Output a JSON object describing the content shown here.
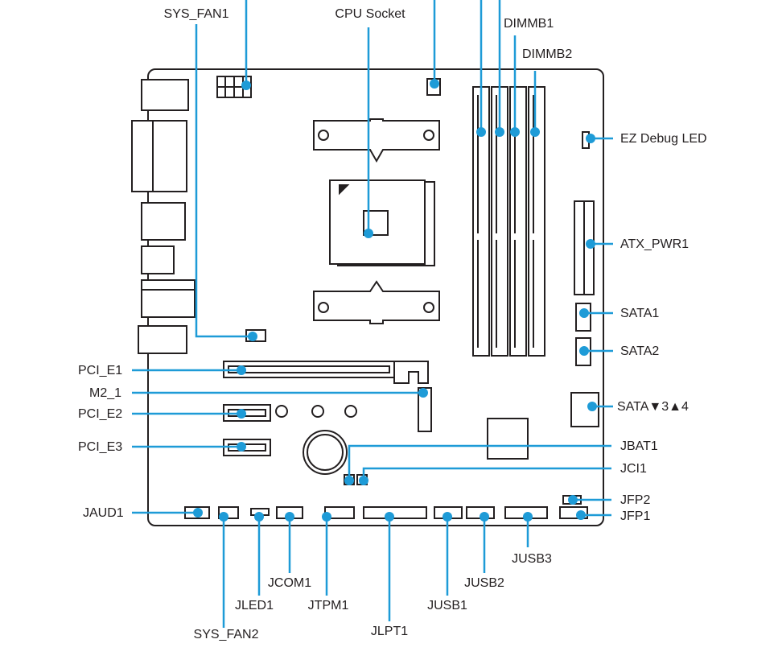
{
  "diagram": {
    "accent_color": "#1e9bd7",
    "outline_color": "#231f20",
    "labels": {
      "sys_fan1": "SYS_FAN1",
      "cpu_socket": "CPU Socket",
      "dimmb1": "DIMMB1",
      "dimmb2": "DIMMB2",
      "ez_debug_led": "EZ Debug LED",
      "atx_pwr1": "ATX_PWR1",
      "sata1": "SATA1",
      "sata2": "SATA2",
      "sata34": "SATA▼3▲4",
      "pci_e1": "PCI_E1",
      "m2_1": "M2_1",
      "pci_e2": "PCI_E2",
      "pci_e3": "PCI_E3",
      "jbat1": "JBAT1",
      "jci1": "JCI1",
      "jfp2": "JFP2",
      "jfp1": "JFP1",
      "jaud1": "JAUD1",
      "jusb3": "JUSB3",
      "jusb2": "JUSB2",
      "jusb1": "JUSB1",
      "jcom1": "JCOM1",
      "jled1": "JLED1",
      "jtpm1": "JTPM1",
      "jlpt1": "JLPT1",
      "sys_fan2": "SYS_FAN2"
    }
  }
}
